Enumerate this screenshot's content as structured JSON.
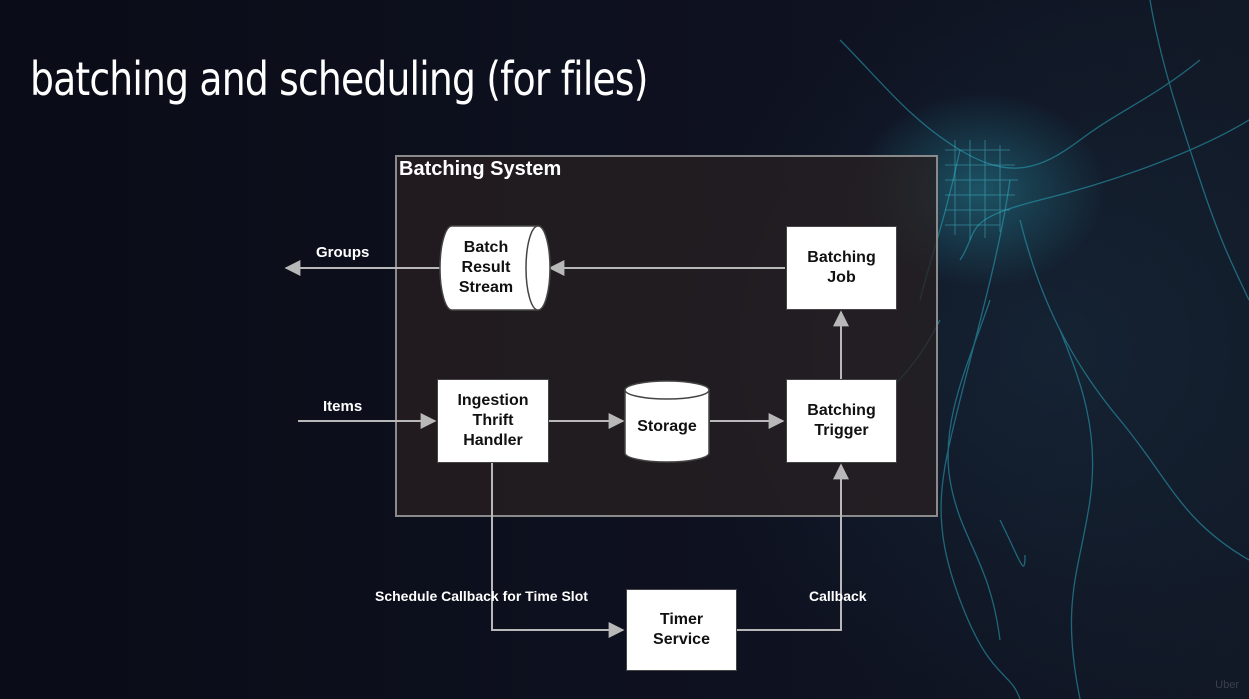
{
  "slide": {
    "title": "batching and scheduling (for files)"
  },
  "system": {
    "title": "Batching System"
  },
  "nodes": {
    "batch_result_stream": "Batch\nResult\nStream",
    "batching_job": "Batching\nJob",
    "ingestion_thrift_handler": "Ingestion\nThrift\nHandler",
    "storage": "Storage",
    "batching_trigger": "Batching\nTrigger",
    "timer_service": "Timer\nService"
  },
  "edges": {
    "groups": "Groups",
    "items": "Items",
    "schedule_callback": "Schedule Callback for Time Slot",
    "callback": "Callback"
  },
  "watermark": "Uber",
  "colors": {
    "background": "#0d0f1a",
    "map_lines": "#2aa7bd",
    "arrow": "#b8b8b8",
    "node_fill": "#ffffff"
  }
}
